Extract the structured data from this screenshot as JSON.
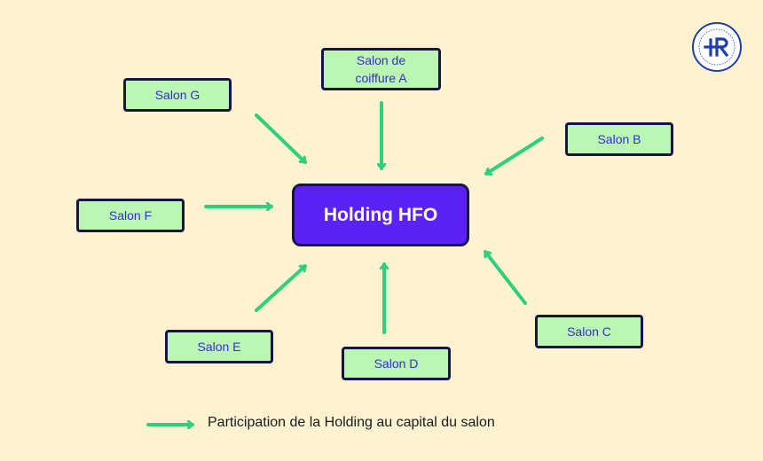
{
  "hub": {
    "label": "Holding HFO"
  },
  "salons": [
    {
      "id": "a",
      "lines": [
        "Salon de",
        "coiffure A"
      ]
    },
    {
      "id": "b",
      "lines": [
        "Salon B"
      ]
    },
    {
      "id": "c",
      "lines": [
        "Salon C"
      ]
    },
    {
      "id": "d",
      "lines": [
        "Salon D"
      ]
    },
    {
      "id": "e",
      "lines": [
        "Salon E"
      ]
    },
    {
      "id": "f",
      "lines": [
        "Salon F"
      ]
    },
    {
      "id": "g",
      "lines": [
        "Salon G"
      ]
    }
  ],
  "legend": {
    "label": "Participation de la Holding au capital du salon"
  },
  "colors": {
    "background": "#fdf3d1",
    "arrow": "#2fcf7e",
    "node_fill": "#b9f7b2",
    "hub_fill": "#5a22f5",
    "border": "#1a1446",
    "node_text": "#3a2bd6"
  },
  "logo": {
    "icon": "hr-monogram-seal-icon"
  }
}
